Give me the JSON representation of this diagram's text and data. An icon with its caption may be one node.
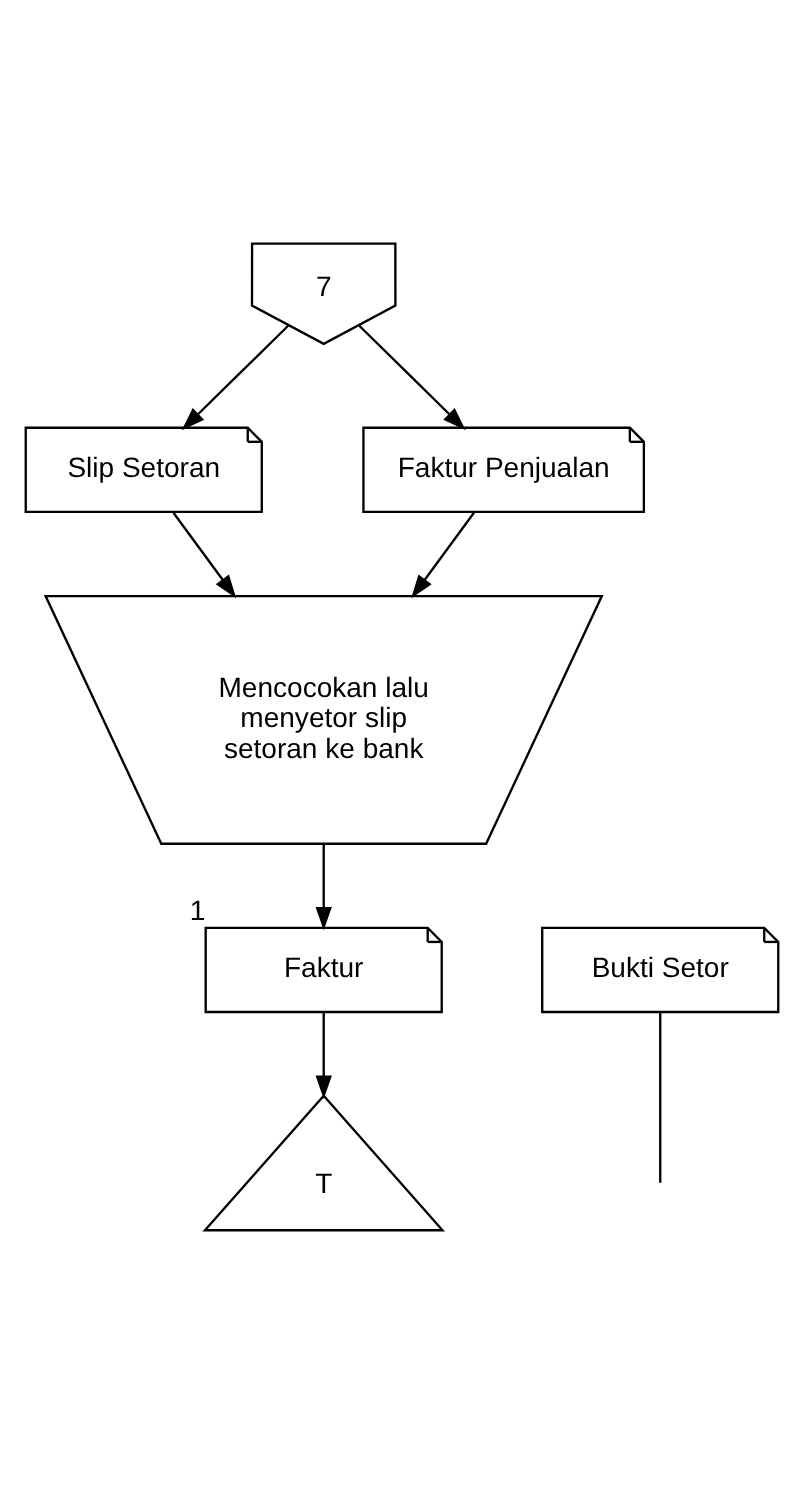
{
  "diagram": {
    "nodes": [
      {
        "text": [
          "7"
        ]
      },
      {
        "text": [
          "Slip Setoran"
        ]
      },
      {
        "text": [
          "Faktur Penjualan"
        ]
      },
      {
        "text": [
          "Mencocokan lalu menyetor slip setoran ke bank"
        ]
      },
      {
        "text": [
          "Faktur"
        ],
        "beside": [
          "1"
        ]
      },
      {
        "text": [
          "Bukti Setor"
        ]
      },
      {
        "text": [
          "T"
        ]
      }
    ],
    "edges": [
      {
        "from": 0,
        "to": 1,
        "arrow": "to"
      },
      {
        "from": 0,
        "to": 2,
        "arrow": "to"
      },
      {
        "from": 1,
        "to": 3,
        "arrow": "to"
      },
      {
        "from": 2,
        "to": 3,
        "arrow": "to"
      },
      {
        "from": 3,
        "to": 4,
        "arrow": "to"
      },
      {
        "from": 4,
        "to": 6,
        "arrow": "to"
      },
      {
        "from": 5,
        "to": null,
        "arrow": "none"
      }
    ]
  }
}
